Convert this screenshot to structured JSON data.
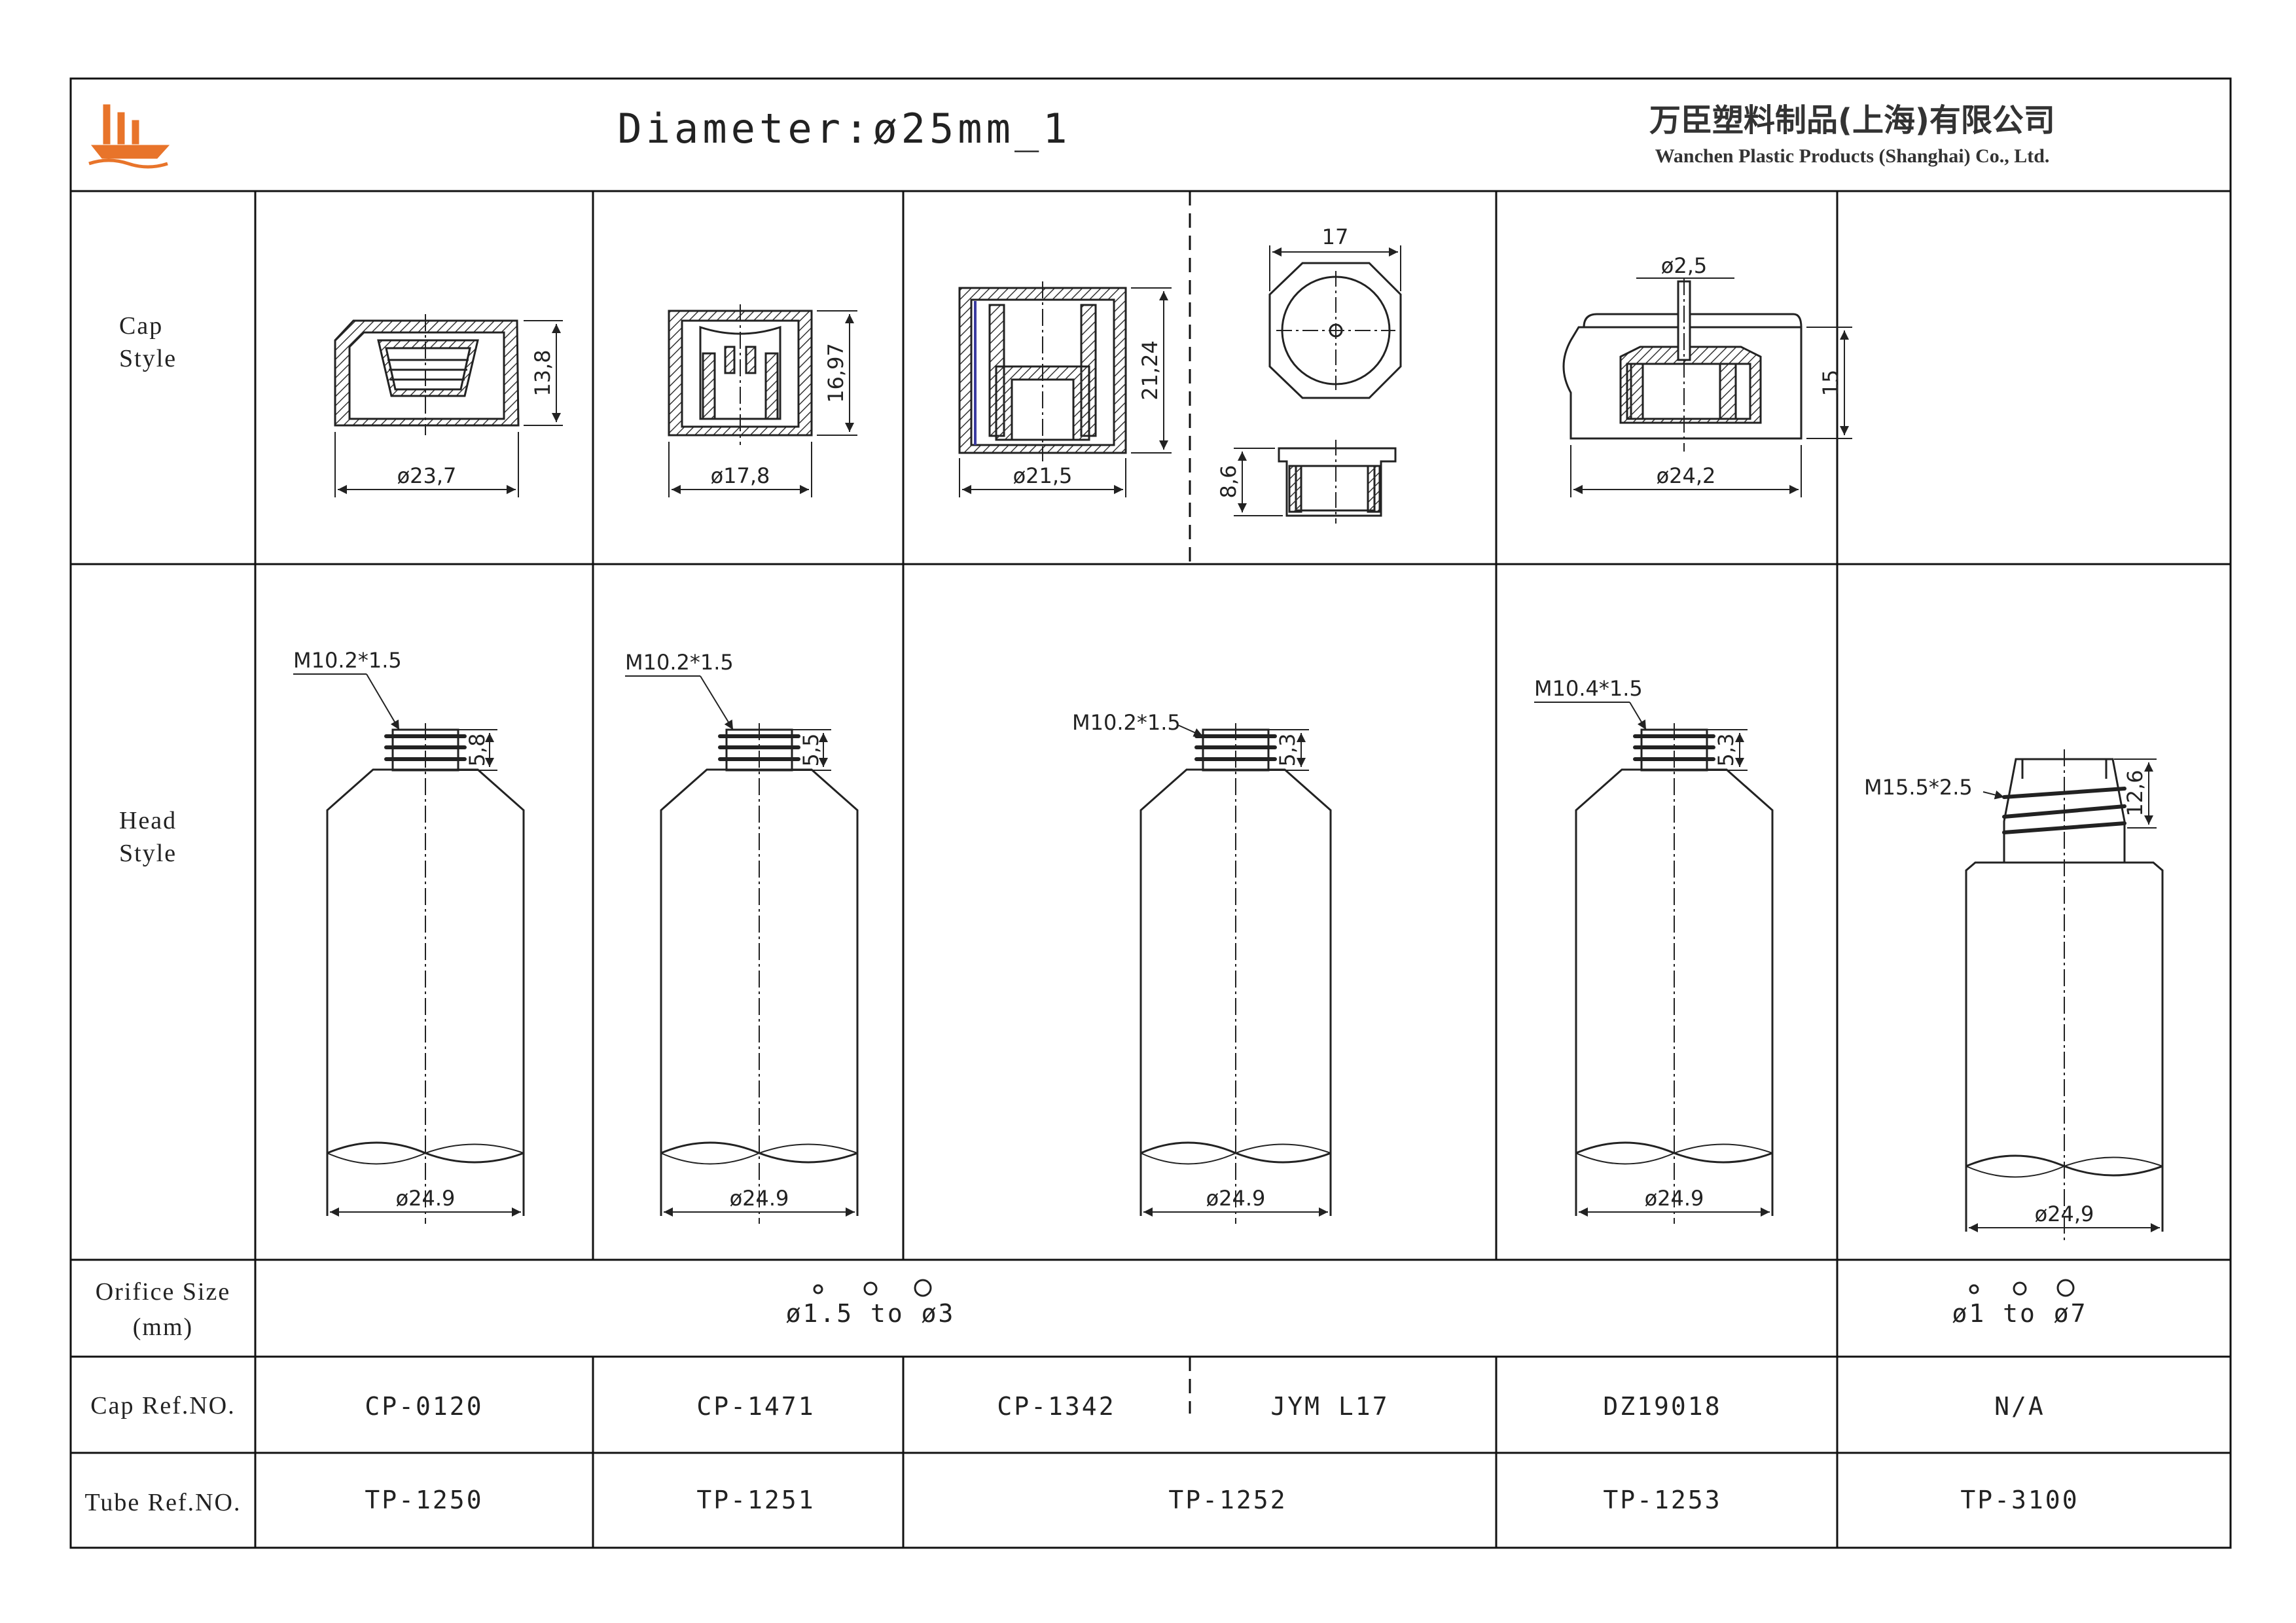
{
  "header": {
    "title": "Diameter:ø25mm_1",
    "company_cn": "万臣塑料制品(上海)有限公司",
    "company_en": "Wanchen Plastic Products (Shanghai) Co., Ltd.",
    "logo_icon": "ship-logo-icon",
    "logo_color": "#e8742a"
  },
  "row_labels": {
    "cap_style_1": "Cap",
    "cap_style_2": "Style",
    "head_style_1": "Head",
    "head_style_2": "Style",
    "orifice_1": "Orifice Size",
    "orifice_2": "(mm)",
    "cap_ref": "Cap Ref.NO.",
    "tube_ref": "Tube Ref.NO."
  },
  "caps": {
    "c1": {
      "height": "13,8",
      "diameter": "ø23,7"
    },
    "c2": {
      "height": "16,97",
      "diameter": "ø17,8"
    },
    "c3": {
      "height": "21,24",
      "diameter": "ø21,5"
    },
    "c4": {
      "width": "17",
      "height": "8,6"
    },
    "c5": {
      "orifice": "ø2,5",
      "height": "15",
      "diameter": "ø24,2"
    }
  },
  "heads": {
    "h1": {
      "thread": "M10.2*1.5",
      "neck": "5,8",
      "diameter": "ø24.9"
    },
    "h2": {
      "thread": "M10.2*1.5",
      "neck": "5,5",
      "diameter": "ø24.9"
    },
    "h3": {
      "thread": "M10.2*1.5",
      "neck": "5,3",
      "diameter": "ø24.9"
    },
    "h4": {
      "thread": "M10.4*1.5",
      "neck": "5,3",
      "diameter": "ø24.9"
    },
    "h5": {
      "thread": "M15.5*2.5",
      "neck": "12,6",
      "diameter": "ø24,9"
    }
  },
  "orifice": {
    "range_a": "ø1.5 to ø3",
    "range_b": "ø1 to ø7"
  },
  "cap_refs": [
    "CP-0120",
    "CP-1471",
    "CP-1342",
    "JYM L17",
    "DZ19018",
    "N/A"
  ],
  "tube_refs": [
    "TP-1250",
    "TP-1251",
    "TP-1252",
    "TP-1253",
    "TP-3100"
  ]
}
